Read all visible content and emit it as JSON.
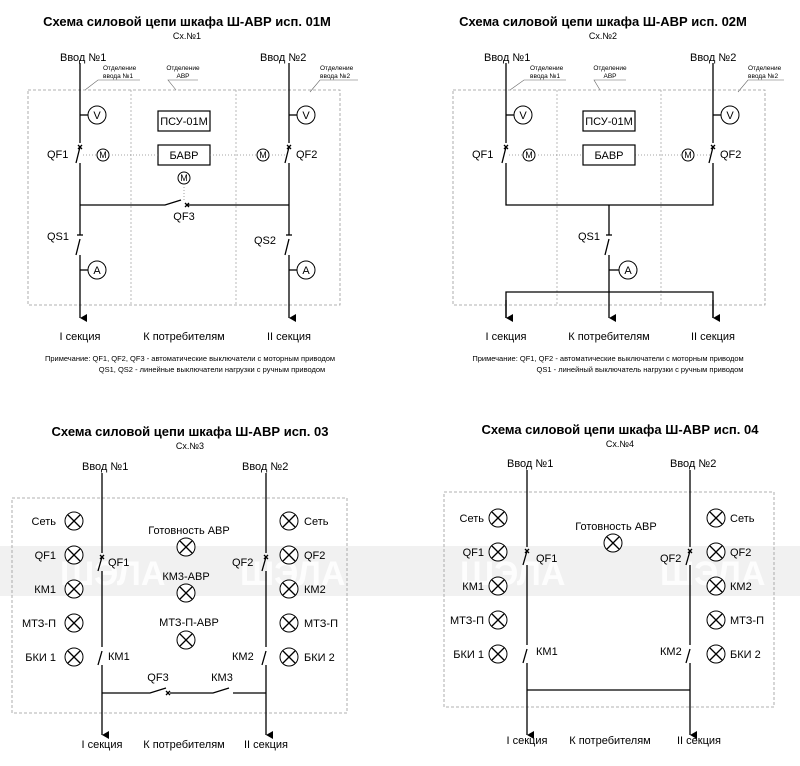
{
  "common": {
    "input1": "Ввод №1",
    "input2": "Ввод №2",
    "section1": "I секция",
    "consumers": "К потребителям",
    "section2": "II секция",
    "voltmeter": "V",
    "ammeter": "A",
    "motor": "M"
  },
  "d1": {
    "title": "Схема силовой цепи шкафа Ш-АВР исп. 01М",
    "sub": "Сх.№1",
    "dept1_l1": "Отделение",
    "dept1_l2": "ввода №1",
    "deptavr_l1": "Отделение",
    "deptavr_l2": "АВР",
    "dept2_l1": "Отделение",
    "dept2_l2": "ввода №2",
    "psu": "ПСУ-01М",
    "bavr": "БАВР",
    "qf1": "QF1",
    "qf2": "QF2",
    "qf3": "QF3",
    "qs1": "QS1",
    "qs2": "QS2",
    "note1": "Примечание: QF1, QF2, QF3 - автоматические выключатели с моторным приводом",
    "note2": "QS1, QS2 - линейные выключатели нагрузки с ручным приводом"
  },
  "d2": {
    "title": "Схема силовой цепи шкафа Ш-АВР исп. 02М",
    "sub": "Сх.№2",
    "dept1_l1": "Отделение",
    "dept1_l2": "ввода №1",
    "deptavr_l1": "Отделение",
    "deptavr_l2": "АВР",
    "dept2_l1": "Отделение",
    "dept2_l2": "ввода №2",
    "psu": "ПСУ-01М",
    "bavr": "БАВР",
    "qf1": "QF1",
    "qf2": "QF2",
    "qs1": "QS1",
    "note1": "Примечание: QF1, QF2 - автоматические выключатели с моторным приводом",
    "note2": "QS1 - линейный выключатель нагрузки с ручным приводом"
  },
  "d3": {
    "title": "Схема силовой цепи шкафа Ш-АВР исп. 03",
    "sub": "Сх.№3",
    "set": "Сеть",
    "qf1": "QF1",
    "km1": "КМ1",
    "mtz": "МТЗ-П",
    "bki1": "БКИ 1",
    "qf2": "QF2",
    "km2": "КМ2",
    "bki2": "БКИ 2",
    "ready": "Готовность АВР",
    "km3avr": "КМ3-АВР",
    "mtzavr": "МТЗ-П-АВР",
    "qf3": "QF3",
    "km3": "КМ3"
  },
  "d4": {
    "title": "Схема силовой цепи шкафа Ш-АВР исп. 04",
    "sub": "Сх.№4",
    "set": "Сеть",
    "qf1": "QF1",
    "km1": "КМ1",
    "mtz": "МТЗ-П",
    "bki1": "БКИ 1",
    "qf2": "QF2",
    "km2": "КМ2",
    "bki2": "БКИ 2",
    "ready": "Готовность АВР"
  },
  "watermark": "ШЭЛА"
}
